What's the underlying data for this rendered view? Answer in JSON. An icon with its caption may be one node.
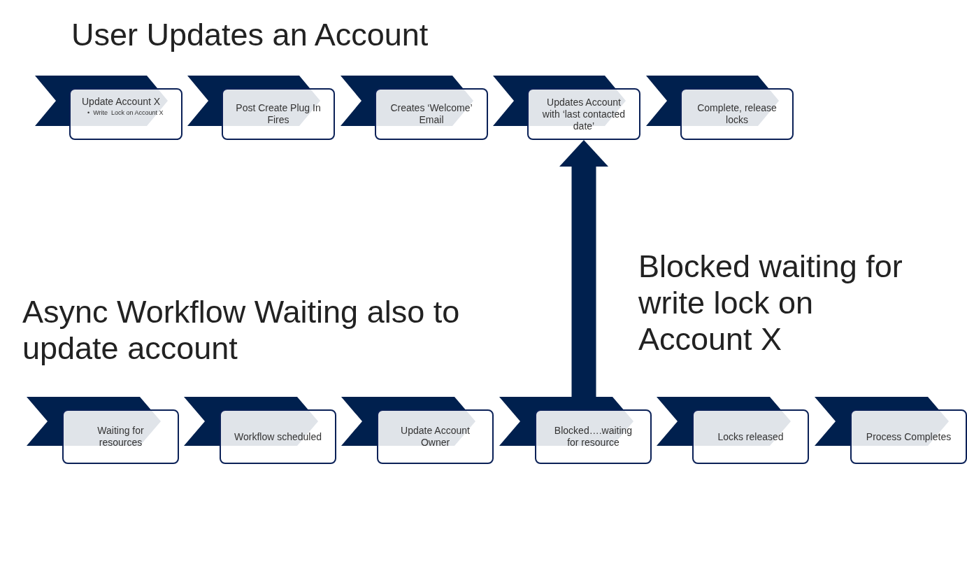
{
  "diagram": {
    "title": "User Updates an Account",
    "nodes": [
      {
        "text": [
          "Update Account X",
          "•  Write  Lock on Account X"
        ]
      },
      {
        "text": [
          "Post Create Plug In Fires"
        ]
      },
      {
        "text": [
          "Creates ‘Welcome’ Email"
        ]
      },
      {
        "text": [
          "Updates Account with ‘last contacted date’"
        ]
      },
      {
        "text": [
          "Complete, release locks"
        ]
      },
      {
        "text": [
          "Waiting for resources"
        ]
      },
      {
        "text": [
          "Workflow scheduled"
        ]
      },
      {
        "text": [
          "Update Account Owner"
        ]
      },
      {
        "text": [
          "Blocked….waiting for resource"
        ]
      },
      {
        "text": [
          "Locks released"
        ]
      },
      {
        "text": [
          "Process Completes"
        ]
      }
    ],
    "edges": [
      {
        "from": 8,
        "to": 3,
        "arrow": "to",
        "label": "Blocked waiting for write lock on Account X"
      }
    ],
    "labels": [
      "Async Workflow Waiting also to update account"
    ]
  }
}
